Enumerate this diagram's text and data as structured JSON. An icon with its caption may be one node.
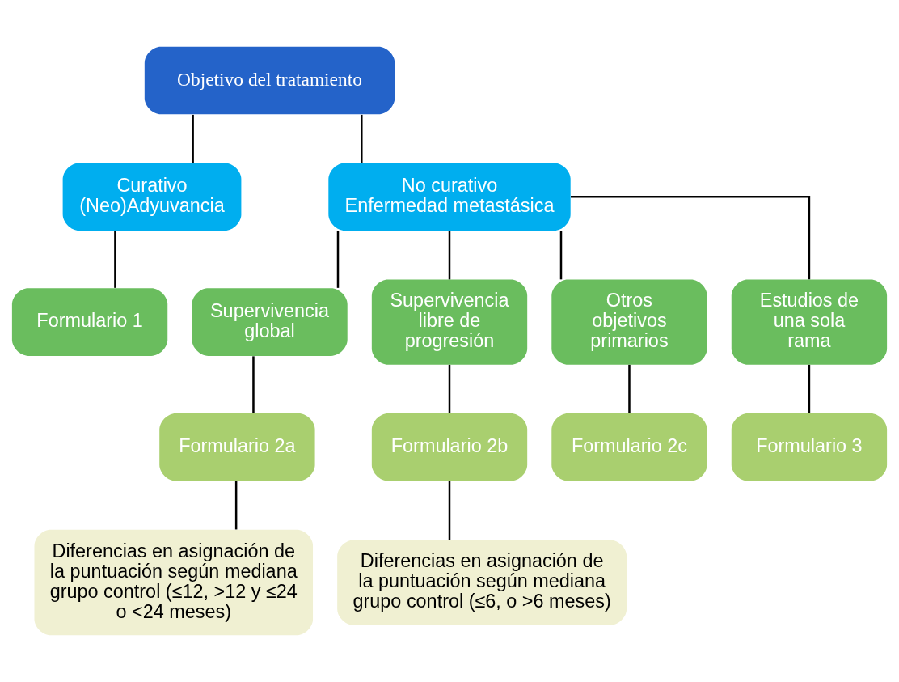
{
  "diagram": {
    "nodes": [
      {
        "text": [
          "Objetivo del tratamiento"
        ]
      },
      {
        "text": [
          "Curativo",
          "(Neo)Adyuvancia"
        ]
      },
      {
        "text": [
          "No curativo",
          "Enfermedad metastásica"
        ]
      },
      {
        "text": [
          "Formulario 1"
        ]
      },
      {
        "text": [
          "Supervivencia global"
        ]
      },
      {
        "text": [
          "Supervivencia libre de progresión"
        ]
      },
      {
        "text": [
          "Otros objetivos primarios"
        ]
      },
      {
        "text": [
          "Estudios de una sola rama"
        ]
      },
      {
        "text": [
          "Formulario 2a"
        ]
      },
      {
        "text": [
          "Formulario 2b"
        ]
      },
      {
        "text": [
          "Formulario 2c"
        ]
      },
      {
        "text": [
          "Formulario 3"
        ]
      },
      {
        "text": [
          "Diferencias en asignación de la puntuación según mediana grupo control (≤12, >12 y ≤24 o <24 meses)"
        ]
      },
      {
        "text": [
          "Diferencias en asignación de la puntuación según mediana grupo control (≤6, o >6 meses)"
        ]
      }
    ],
    "edges": [
      {
        "from": 0,
        "to": 1,
        "arrow": "none"
      },
      {
        "from": 0,
        "to": 2,
        "arrow": "none"
      },
      {
        "from": 1,
        "to": 3,
        "arrow": "none"
      },
      {
        "from": 2,
        "to": 4,
        "arrow": "none"
      },
      {
        "from": 2,
        "to": 5,
        "arrow": "none"
      },
      {
        "from": 2,
        "to": 6,
        "arrow": "none"
      },
      {
        "from": 2,
        "to": 7,
        "arrow": "none"
      },
      {
        "from": 4,
        "to": 8,
        "arrow": "none"
      },
      {
        "from": 5,
        "to": 9,
        "arrow": "none"
      },
      {
        "from": 6,
        "to": 10,
        "arrow": "none"
      },
      {
        "from": 7,
        "to": 11,
        "arrow": "none"
      },
      {
        "from": 8,
        "to": 12,
        "arrow": "none"
      },
      {
        "from": 9,
        "to": 13,
        "arrow": "none"
      }
    ]
  }
}
